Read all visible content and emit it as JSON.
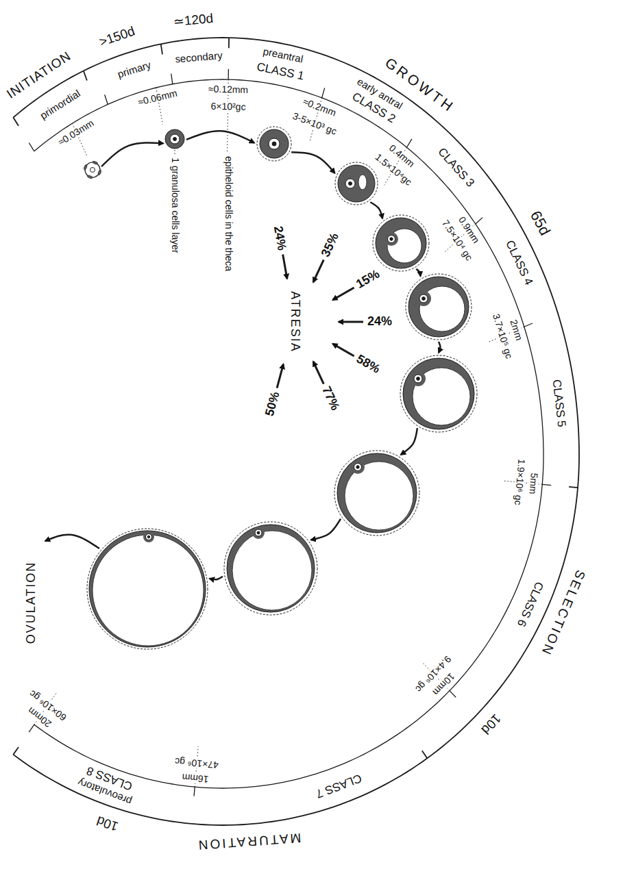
{
  "diagram": {
    "labels": [
      "INITIATION",
      ">150d",
      "≃120d",
      "GROWTH",
      "65d",
      "SELECTION",
      "10d",
      "MATURATION",
      "10d",
      "primordial",
      "primary",
      "secondary",
      "preantral",
      "CLASS 1",
      "early antral",
      "CLASS 2",
      "CLASS 3",
      "CLASS 4",
      "CLASS 5",
      "CLASS 6",
      "CLASS 7",
      "CLASS 8",
      "preovulatory",
      "OVULATION",
      "≈0.03mm",
      "≈0.06mm",
      "1 granulosa cells layer",
      "≈0.12mm",
      "6×10²gc",
      "epitheloid cells in the theca",
      "≈0.2mm",
      "3-5×10³ gc",
      "0.4mm",
      "1.5×10⁴gc",
      "0.9mm",
      "7.5×10⁴ gc",
      "2mm",
      "3.7×10⁵ gc",
      "5mm",
      "1.9×10⁶ gc",
      "10mm",
      "9.4×10⁶ gc",
      "16mm",
      "47×10⁶ gc",
      "20mm",
      "60×10⁶ gc",
      "24%",
      "35%",
      "15%",
      "24%",
      "58%",
      "77%",
      "50%",
      "ATRESIA"
    ]
  }
}
